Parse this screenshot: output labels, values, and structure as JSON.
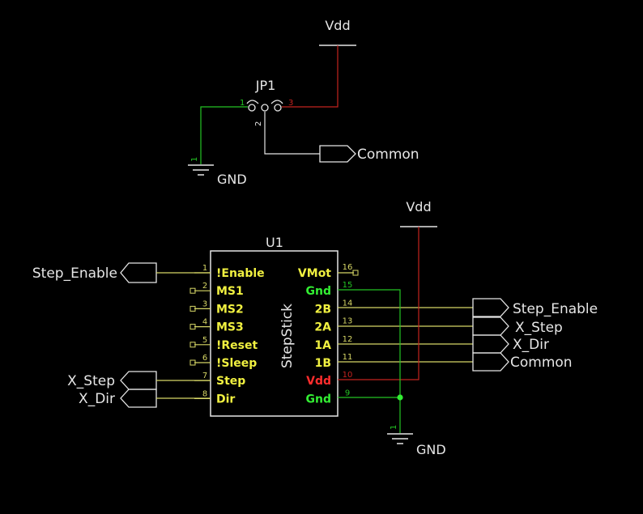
{
  "colors": {
    "background": "#000000",
    "net_default": "#d7d766",
    "net_vdd": "#c4231f",
    "net_gnd": "#23c423",
    "symbol": "#e6e6e6",
    "pin_name": "#f0f040",
    "pin_vdd": "#ff2d2d",
    "pin_gnd": "#33ee33",
    "junction": "#33ee33"
  },
  "top": {
    "vdd_label": "Vdd",
    "gnd_label": "GND",
    "gnd_pin": "1",
    "jumper": {
      "ref": "JP1",
      "pins": [
        "1",
        "2",
        "3"
      ]
    },
    "common_port": "Common"
  },
  "driver": {
    "ref": "U1",
    "value": "StepStick",
    "vdd_label": "Vdd",
    "gnd_label": "GND",
    "gnd_pin": "1",
    "left_pins": [
      {
        "num": "1",
        "name": "!Enable"
      },
      {
        "num": "2",
        "name": "MS1"
      },
      {
        "num": "3",
        "name": "MS2"
      },
      {
        "num": "4",
        "name": "MS3"
      },
      {
        "num": "5",
        "name": "!Reset"
      },
      {
        "num": "6",
        "name": "!Sleep"
      },
      {
        "num": "7",
        "name": "Step"
      },
      {
        "num": "8",
        "name": "Dir"
      }
    ],
    "right_pins": [
      {
        "num": "16",
        "name": "VMot"
      },
      {
        "num": "15",
        "name": "Gnd"
      },
      {
        "num": "14",
        "name": "2B"
      },
      {
        "num": "13",
        "name": "2A"
      },
      {
        "num": "12",
        "name": "1A"
      },
      {
        "num": "11",
        "name": "1B"
      },
      {
        "num": "10",
        "name": "Vdd"
      },
      {
        "num": "9",
        "name": "Gnd"
      }
    ],
    "left_ports": {
      "enable": "Step_Enable",
      "step": "X_Step",
      "dir": "X_Dir"
    },
    "right_ports": [
      "Step_Enable",
      "X_Step",
      "X_Dir",
      "Common"
    ]
  }
}
